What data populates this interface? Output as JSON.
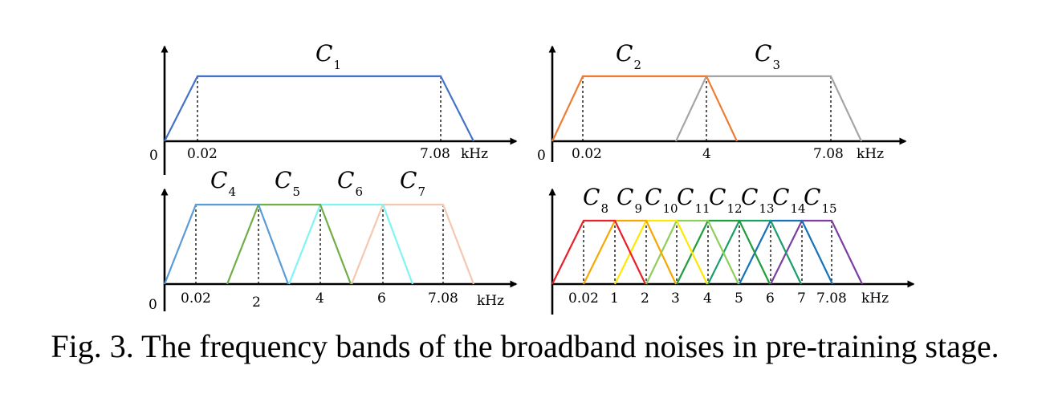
{
  "caption": "Fig. 3.  The frequency bands of the broadband noises in pre-training stage.",
  "panels": [
    {
      "id": "a",
      "origin_label": "0",
      "unit": "kHz",
      "tick_labels": [
        "0.02",
        "7.08"
      ],
      "bands": [
        {
          "label": "C",
          "sub": "1",
          "color": "#4472c4",
          "lo": 0.02,
          "hi": 7.08
        }
      ]
    },
    {
      "id": "b",
      "origin_label": "0",
      "unit": "kHz",
      "tick_labels": [
        "0.02",
        "4",
        "7.08"
      ],
      "bands": [
        {
          "label": "C",
          "sub": "2",
          "color": "#ed7d31",
          "lo": 0.02,
          "hi": 4
        },
        {
          "label": "C",
          "sub": "3",
          "color": "#a5a5a5",
          "lo": 4,
          "hi": 7.08
        }
      ]
    },
    {
      "id": "c",
      "origin_label": "0",
      "unit": "kHz",
      "tick_labels": [
        "0.02",
        "2",
        "4",
        "6",
        "7.08"
      ],
      "bands": [
        {
          "label": "C",
          "sub": "4",
          "color": "#5b9bd5",
          "lo": 0.02,
          "hi": 2
        },
        {
          "label": "C",
          "sub": "5",
          "color": "#70ad47",
          "lo": 2,
          "hi": 4
        },
        {
          "label": "C",
          "sub": "6",
          "color": "#7ff4f4",
          "lo": 4,
          "hi": 6
        },
        {
          "label": "C",
          "sub": "7",
          "color": "#f4c8b0",
          "lo": 6,
          "hi": 7.08
        }
      ]
    },
    {
      "id": "d",
      "origin_label": "",
      "unit": "kHz",
      "tick_labels": [
        "0.02",
        "1",
        "2",
        "3",
        "4",
        "5",
        "6",
        "7",
        "7.08"
      ],
      "bands": [
        {
          "label": "C",
          "sub": "8",
          "color": "#e8202a",
          "lo": 0.02,
          "hi": 1
        },
        {
          "label": "C",
          "sub": "9",
          "color": "#f6a800",
          "lo": 1,
          "hi": 2
        },
        {
          "label": "C",
          "sub": "10",
          "color": "#ffe800",
          "lo": 2,
          "hi": 3
        },
        {
          "label": "C",
          "sub": "11",
          "color": "#8fce5b",
          "lo": 3,
          "hi": 4
        },
        {
          "label": "C",
          "sub": "12",
          "color": "#1e9e3c",
          "lo": 4,
          "hi": 5
        },
        {
          "label": "C",
          "sub": "13",
          "color": "#1b9e6a",
          "lo": 5,
          "hi": 6
        },
        {
          "label": "C",
          "sub": "14",
          "color": "#1672b8",
          "lo": 6,
          "hi": 7
        },
        {
          "label": "C",
          "sub": "15",
          "color": "#7b3fa0",
          "lo": 7,
          "hi": 7.08
        }
      ]
    }
  ]
}
